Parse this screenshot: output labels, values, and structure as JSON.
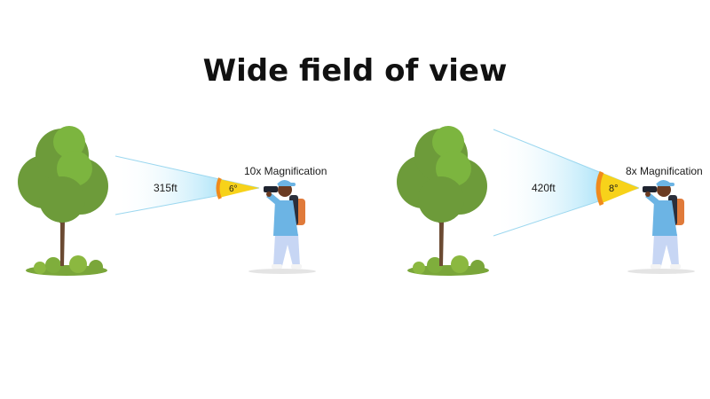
{
  "title": "Wide field of view",
  "panels": [
    {
      "distance": "315ft",
      "angle": "6°",
      "magnification": "10x Magnification"
    },
    {
      "distance": "420ft",
      "angle": "8°",
      "magnification": "8x Magnification"
    }
  ],
  "colors": {
    "tree_light": "#7cb53f",
    "tree_mid": "#6d9b3a",
    "trunk": "#6b4a32",
    "beam": "#aee3f7",
    "angle_fill": "#f7d21a",
    "angle_arc": "#f08a1c",
    "jacket": "#6cb4e4",
    "pants": "#c7d6f4",
    "backpack": "#e07a3a"
  }
}
